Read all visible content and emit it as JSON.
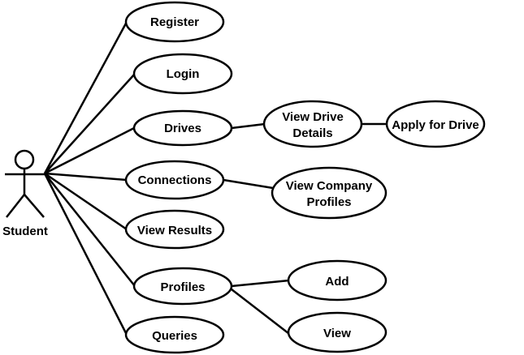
{
  "actor": {
    "name": "Student"
  },
  "use_cases": {
    "register": "Register",
    "login": "Login",
    "drives": "Drives",
    "view_drive_details": [
      "View Drive",
      "Details"
    ],
    "apply_for_drive": "Apply for Drive",
    "connections": "Connections",
    "view_company_profiles": [
      "View Company",
      "Profiles"
    ],
    "view_results": "View Results",
    "profiles": "Profiles",
    "add": "Add",
    "view": "View",
    "queries": "Queries"
  }
}
